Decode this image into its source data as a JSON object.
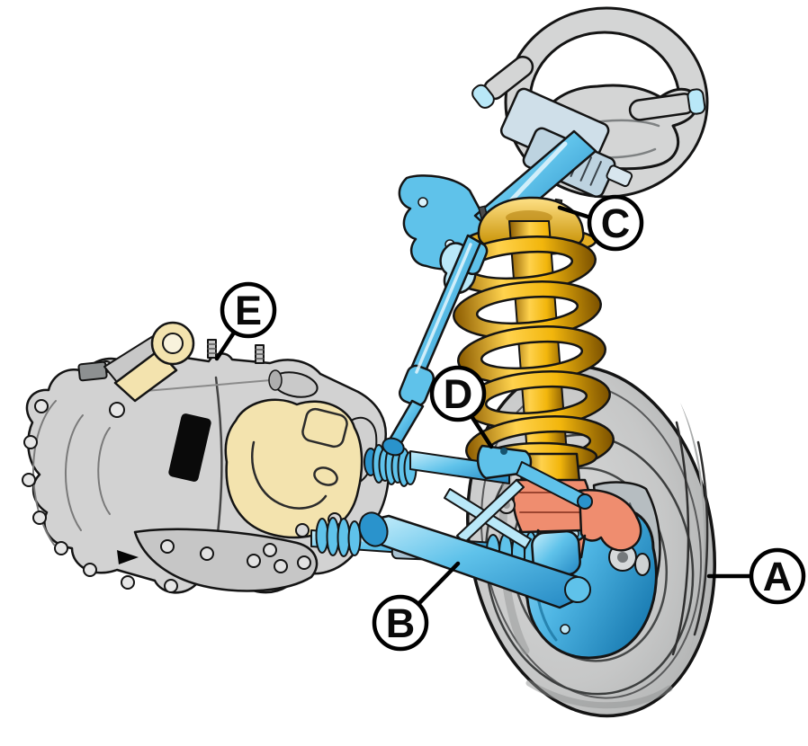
{
  "figure": {
    "background": "#ffffff",
    "callouts": [
      {
        "letter": "A"
      },
      {
        "letter": "B"
      },
      {
        "letter": "C"
      },
      {
        "letter": "D"
      },
      {
        "letter": "E"
      }
    ],
    "palette": {
      "outline": "#141414",
      "label_fill": "#ffffff",
      "label_text": "#0a0a0a",
      "tire_gray": "#c7c8c8",
      "steel_gray": "#d4d5d5",
      "trans_gray": "#d2d2d2",
      "panel_blue": "#cfdfe9",
      "cream": "#f3e3ae",
      "blue": "#5fc2ea",
      "blue_light": "#b9e8f8",
      "blue_deep": "#2a93cc",
      "gold": "#f2b60c",
      "gold_deep": "#a06c00",
      "salmon": "#ef8d6f",
      "plate_black": "#0a0a0a"
    }
  }
}
